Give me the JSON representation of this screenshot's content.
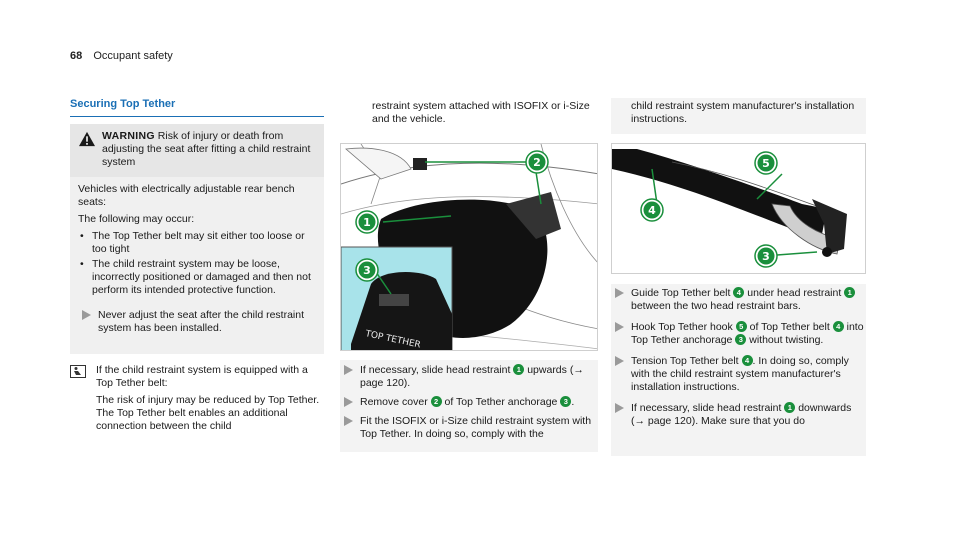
{
  "header": {
    "page_number": "68",
    "section": "Occupant safety"
  },
  "title": "Securing Top Tether",
  "warning": {
    "label": "WARNING",
    "head_text": " Risk of injury or death from adjusting the seat after fitting a child restraint system",
    "intro": "Vehicles with electrically adjustable rear bench seats:",
    "lead": "The following may occur:",
    "bullets": [
      "The Top Tether belt may sit either too loose or too tight",
      "The child restraint system may be loose, incorrectly positioned or damaged and then not perform its intended protective function."
    ],
    "step": "Never adjust the seat after the child restraint system has been installed."
  },
  "note": {
    "line1": "If the child restraint system is equipped with a Top Tether belt:",
    "line2": "The risk of injury may be reduced by Top Tether. The Top Tether belt enables an additional connection between the child"
  },
  "col2": {
    "cont": "restraint system attached with ISOFIX or i-Size and the vehicle.",
    "steps": [
      {
        "pre": "If necessary, slide head restraint ",
        "n1": "1",
        "mid": " upwards (→ page 120).",
        "n2": "",
        "post": ""
      },
      {
        "pre": "Remove cover ",
        "n1": "2",
        "mid": " of Top Tether anchorage ",
        "n2": "3",
        "post": "."
      },
      {
        "pre": "Fit the ISOFIX or i-Size child restraint system with Top Tether. In doing so, comply with the",
        "n1": "",
        "mid": "",
        "n2": "",
        "post": ""
      }
    ],
    "image": {
      "callouts": [
        "1",
        "2",
        "3"
      ],
      "label": "TOP TETHER"
    }
  },
  "col3": {
    "cont": "child restraint system manufacturer's installation instructions.",
    "image": {
      "callouts": [
        "4",
        "5",
        "3"
      ]
    },
    "steps": [
      {
        "a": "Guide Top Tether belt ",
        "n1": "4",
        "b": " under head restraint ",
        "n2": "1",
        "c": " between the two head restraint bars.",
        "n3": "",
        "d": ""
      },
      {
        "a": "Hook Top Tether hook ",
        "n1": "5",
        "b": " of Top Tether belt ",
        "n2": "4",
        "c": " into Top Tether anchorage ",
        "n3": "3",
        "d": " without twisting."
      },
      {
        "a": "Tension Top Tether belt ",
        "n1": "4",
        "b": ". In doing so, comply with the child restraint system manufacturer's installation instructions.",
        "n2": "",
        "c": "",
        "n3": "",
        "d": ""
      },
      {
        "a": "If necessary, slide head restraint ",
        "n1": "1",
        "b": " downwards (→ page 120). Make sure that you do",
        "n2": "",
        "c": "",
        "n3": "",
        "d": ""
      }
    ]
  },
  "colors": {
    "accent_blue": "#1a6fb5",
    "callout_green": "#1a8f3c",
    "inset_cyan": "#a8e3ea"
  }
}
